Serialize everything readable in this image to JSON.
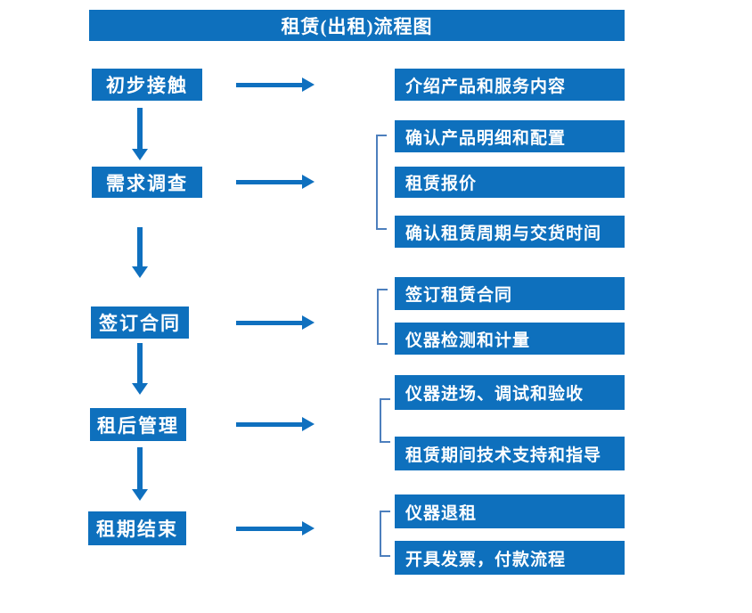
{
  "title": "租赁(出租)流程图",
  "colors": {
    "primary_blue": "#0e70bd",
    "arrow_blue": "#0f70bf",
    "bracket_blue": "#4d7fbd",
    "text_white": "#ffffff",
    "background": "#ffffff"
  },
  "flow": {
    "steps": [
      {
        "label": "初步接触",
        "details": [
          "介绍产品和服务内容"
        ]
      },
      {
        "label": "需求调查",
        "details": [
          "确认产品明细和配置",
          "租赁报价",
          "确认租赁周期与交货时间"
        ]
      },
      {
        "label": "签订合同",
        "details": [
          "签订租赁合同",
          "仪器检测和计量"
        ]
      },
      {
        "label": "租后管理",
        "details": [
          "仪器进场、调试和验收",
          "租赁期间技术支持和指导"
        ]
      },
      {
        "label": "租期结束",
        "details": [
          "仪器退租",
          "开具发票，付款流程"
        ]
      }
    ]
  }
}
